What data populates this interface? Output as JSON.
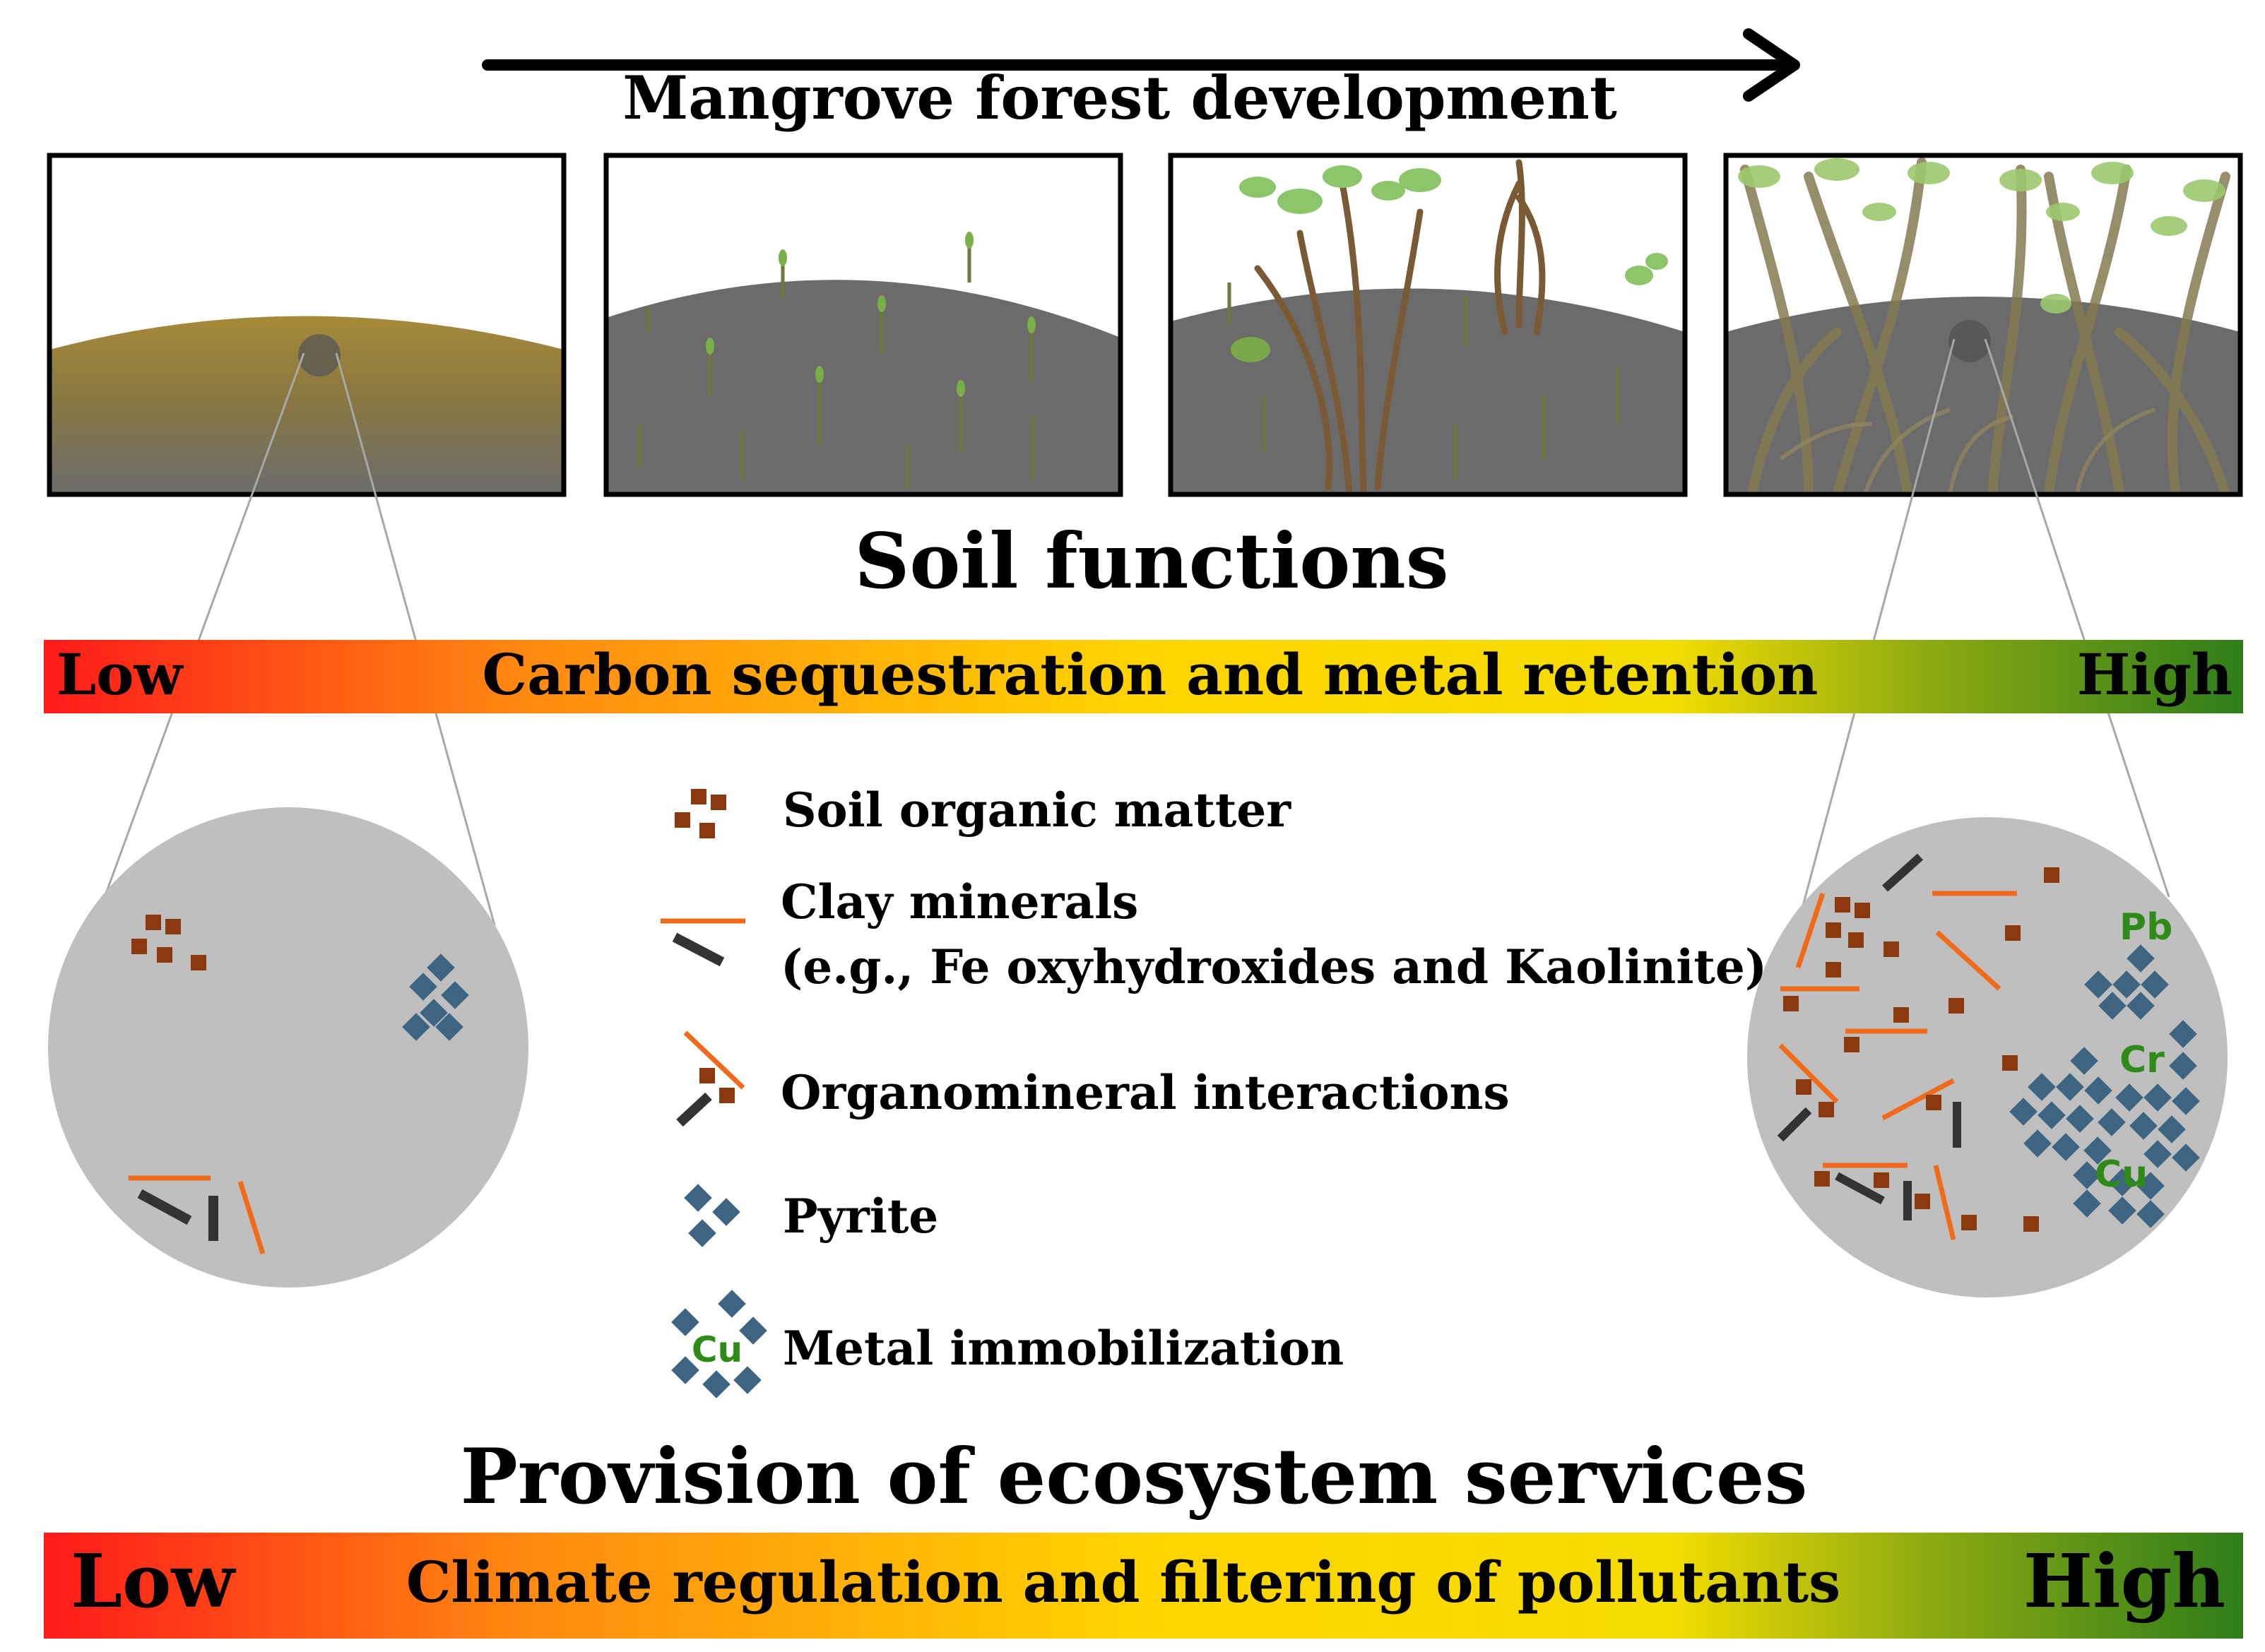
{
  "header": {
    "arrow_label": "Mangrove forest development"
  },
  "soil_functions": {
    "title": "Soil functions",
    "bar_low": "Low",
    "bar_label": "Carbon sequestration and metal retention",
    "bar_high": "High"
  },
  "legend": {
    "items": [
      {
        "icon": "soil-organic-matter-icon",
        "label": "Soil organic matter"
      },
      {
        "icon": "clay-minerals-icon",
        "label": "Clay minerals",
        "sublabel": "(e.g., Fe oxyhydroxides and Kaolinite)"
      },
      {
        "icon": "organomineral-interactions-icon",
        "label": "Organomineral interactions"
      },
      {
        "icon": "pyrite-icon",
        "label": "Pyrite"
      },
      {
        "icon": "metal-immobilization-icon",
        "label": "Metal immobilization",
        "icon_text": "Cu"
      }
    ]
  },
  "metals": {
    "pb": "Pb",
    "cr": "Cr",
    "cu": "Cu"
  },
  "ecosystem_services": {
    "title": "Provision of ecosystem services",
    "bar_low": "Low",
    "bar_label": "Climate regulation and filtering of pollutants",
    "bar_high": "High"
  },
  "colors": {
    "organic_matter": "#8b3a0f",
    "clay_orange": "#f06a1a",
    "clay_dark": "#333333",
    "pyrite": "#3d6480",
    "soil_grey": "#6b6b6b",
    "circle_grey": "#bfbfbf",
    "metal_label": "#2e8b17",
    "gradient_low": "#ff1a1a",
    "gradient_mid": "#ffd400",
    "gradient_high": "#2e7d1a"
  }
}
